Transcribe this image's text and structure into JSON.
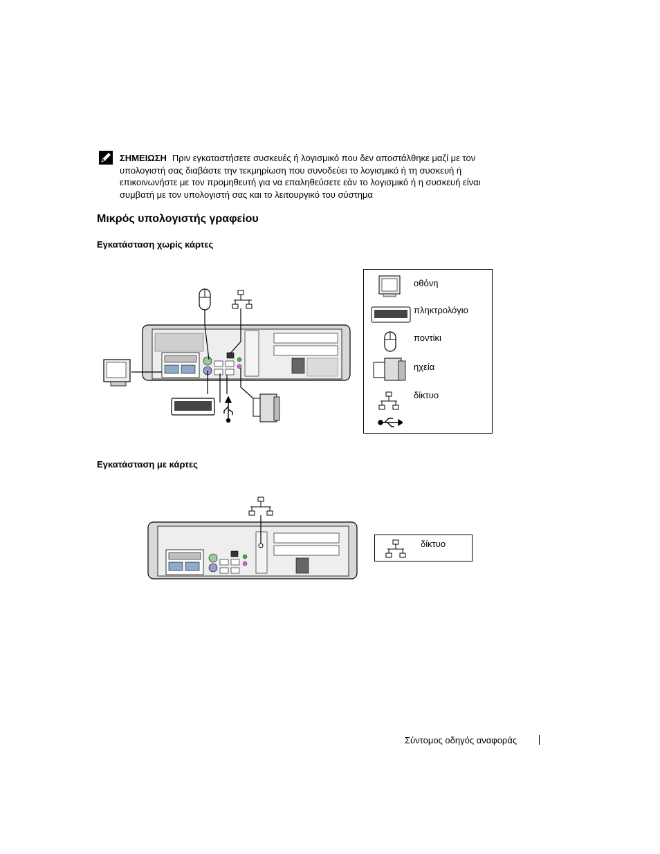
{
  "note": {
    "lead": "ΣΗΜΕΙΩΣΗ",
    "text": "Πριν εγκαταστήσετε συσκευές ή λογισμικό που δεν αποστάλθηκε μαζί με τον υπολογιστή σας  διαβάστε την τεκμηρίωση που συνοδεύει το λογισμικό ή τη συσκευή ή επικοινωνήστε με τον προμηθευτή για να επαληθεύσετε εάν το λογισμικό ή η συσκευή είναι συμβατή με τον υπολογιστή σας και το λειτουργικό του σύστημα"
  },
  "section_title": "Μικρός υπολογιστής γραφείου",
  "setup_without_cards": {
    "title": "Εγκατάσταση χωρίς κάρτες",
    "legend": [
      {
        "icon": "monitor-icon",
        "label": "οθόνη"
      },
      {
        "icon": "keyboard-icon",
        "label": "πληκτρολόγιο"
      },
      {
        "icon": "mouse-icon",
        "label": "ποντίκι"
      },
      {
        "icon": "speakers-icon",
        "label": "ηχεία"
      },
      {
        "icon": "network-icon",
        "label": "δίκτυο"
      },
      {
        "icon": "usb-icon",
        "label": ""
      }
    ]
  },
  "setup_with_cards": {
    "title": "Εγκατάσταση με κάρτες",
    "legend": [
      {
        "icon": "network-icon",
        "label": "δίκτυο"
      }
    ]
  },
  "footer": {
    "title": "Σύντομος οδηγός αναφοράς"
  }
}
